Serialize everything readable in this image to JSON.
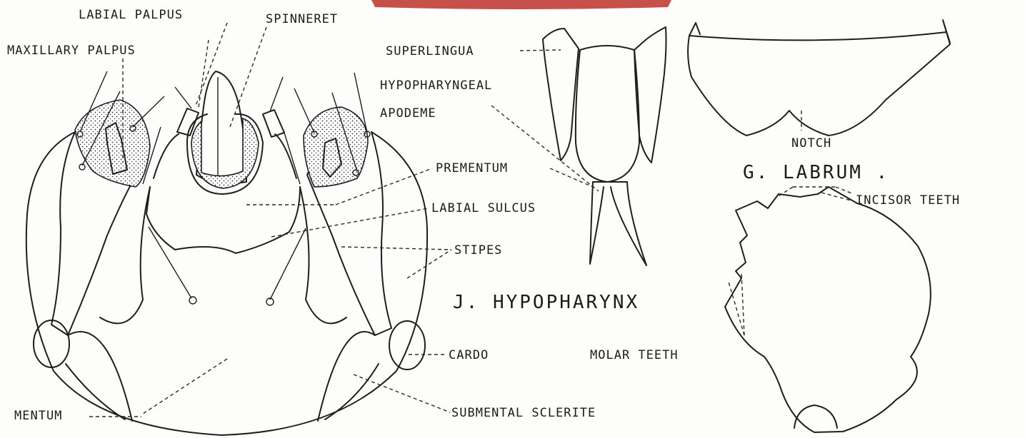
{
  "labels": {
    "labial_palpus": "LABIAL PALPUS",
    "spinneret": "SPINNERET",
    "maxillary_palpus": "MAXILLARY PALPUS",
    "prementum": "PREMENTUM",
    "labial_sulcus": "LABIAL SULCUS",
    "stipes": "STIPES",
    "cardo": "CARDO",
    "mentum": "MENTUM",
    "submental_sclerite": "SUBMENTAL SCLERITE",
    "superlingua": "SUPERLINGUA",
    "hypopharyngeal": "HYPOPHARYNGEAL",
    "apodeme": "APODEME",
    "notch": "NOTCH",
    "incisor_teeth": "INCISOR TEETH",
    "molar_teeth": "MOLAR TEETH"
  },
  "titles": {
    "hypopharynx": "J.  HYPOPHARYNX",
    "labrum": "G.  LABRUM ."
  },
  "colors": {
    "ink": "#1e1e1e",
    "paper": "#fdfdfb",
    "red_tab": "#c8504a"
  }
}
